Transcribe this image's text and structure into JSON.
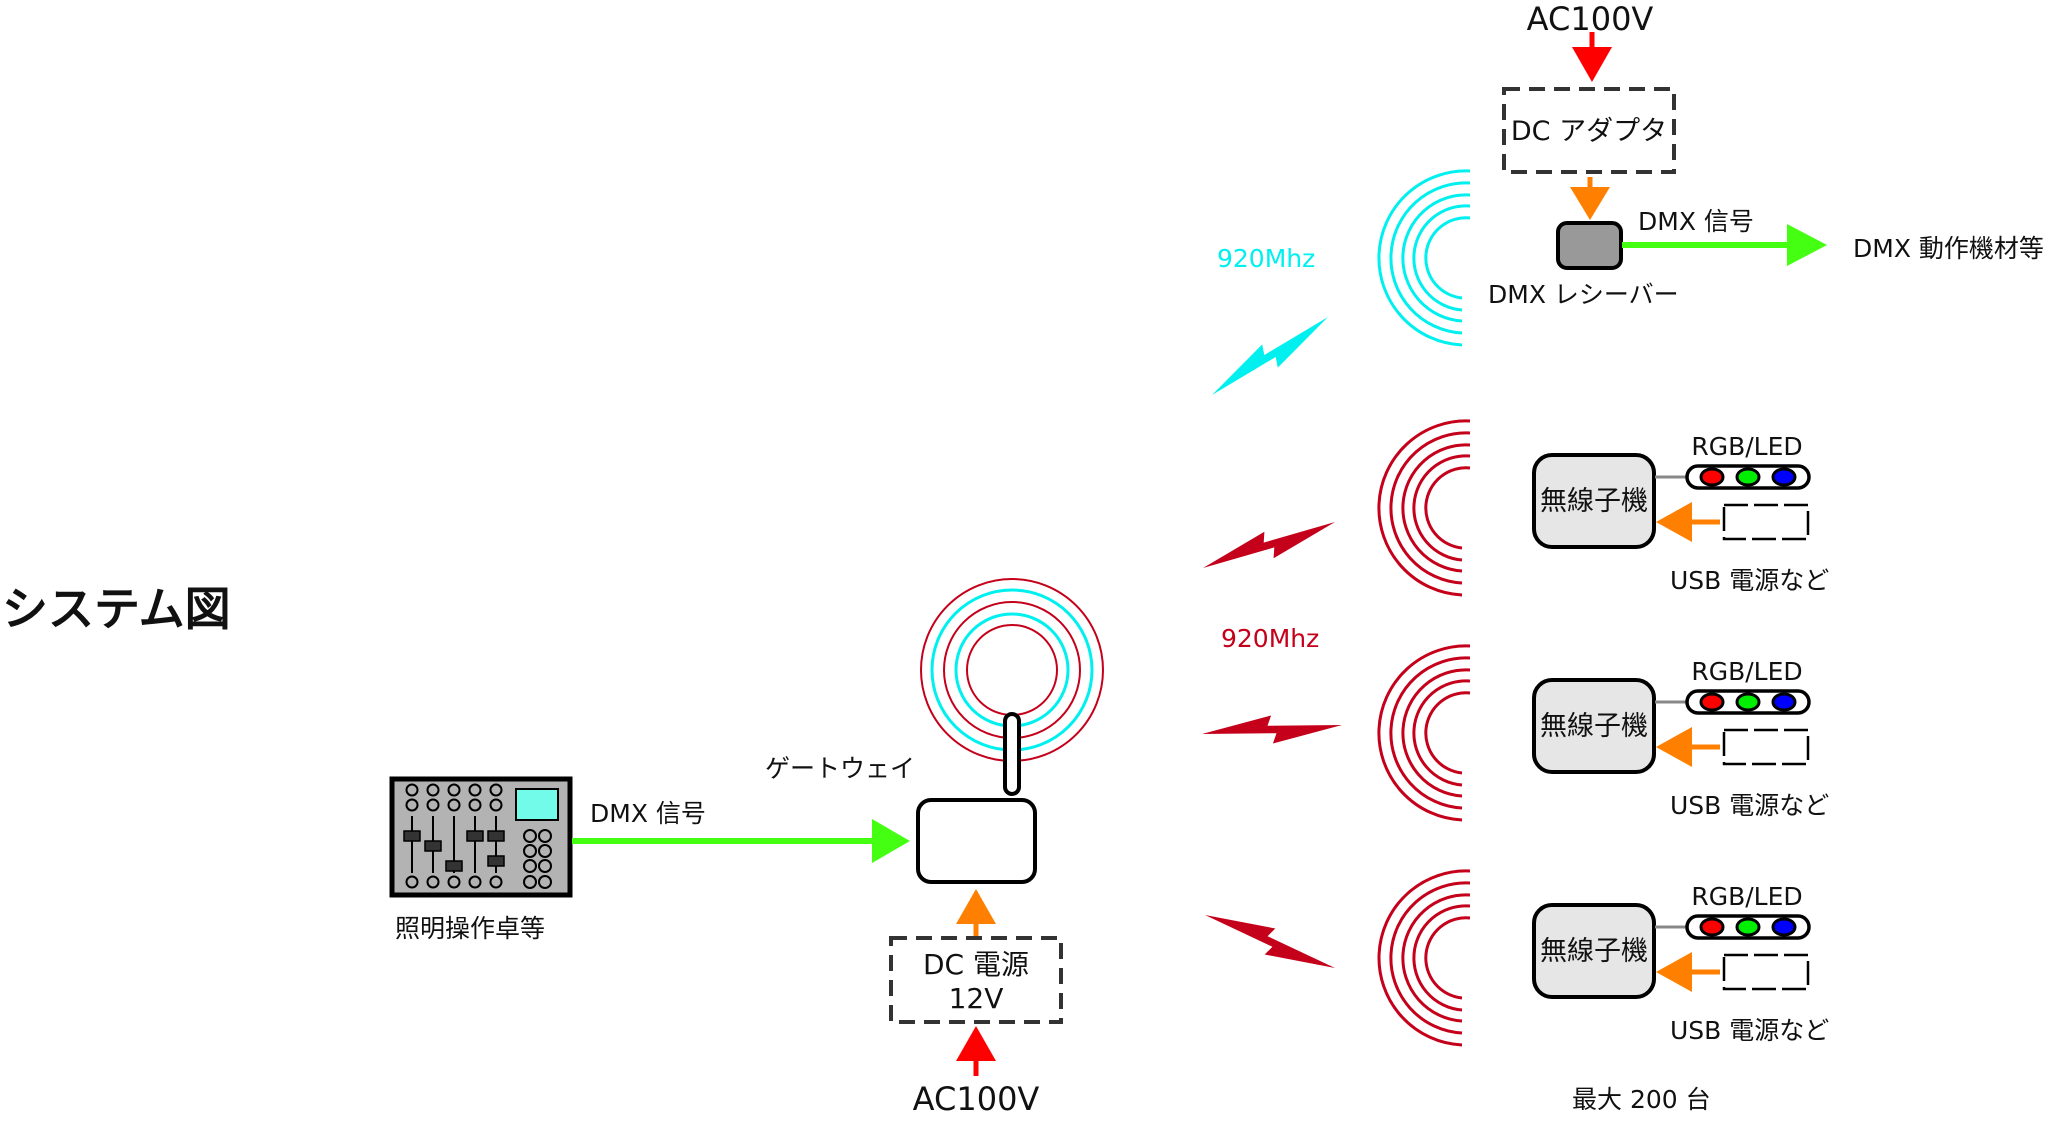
{
  "title": "システム図",
  "colors": {
    "dmx_signal": "#44ff11",
    "ac_power": "#ff0000",
    "dc_power": "#ff8000",
    "radio_cyan": "#00f0f0",
    "radio_red": "#c4001a",
    "console_body": "#b3b3b3",
    "console_screen": "#72fbe9",
    "node_fill": "#e6e6e6",
    "receiver_fill": "#999999",
    "led_red": "#ff0000",
    "led_green": "#00ee00",
    "led_blue": "#0000ff"
  },
  "console": {
    "label": "照明操作卓等"
  },
  "dmx_in": {
    "label": "DMX 信号"
  },
  "gateway": {
    "label": "ゲートウェイ"
  },
  "gateway_power": {
    "box_line1": "DC 電源",
    "box_line2": "12V",
    "source": "AC100V"
  },
  "receiver": {
    "label": "DMX レシーバー",
    "adapter": "DC アダプタ",
    "source": "AC100V",
    "output_signal": "DMX 信号",
    "output_target": "DMX 動作機材等",
    "frequency": "920Mhz"
  },
  "nodes": {
    "frequency": "920Mhz",
    "items": [
      {
        "label": "無線子機",
        "led_label": "RGB/LED",
        "power_label": "USB 電源など"
      },
      {
        "label": "無線子機",
        "led_label": "RGB/LED",
        "power_label": "USB 電源など"
      },
      {
        "label": "無線子機",
        "led_label": "RGB/LED",
        "power_label": "USB 電源など"
      }
    ],
    "max_count": "最大 200 台"
  }
}
